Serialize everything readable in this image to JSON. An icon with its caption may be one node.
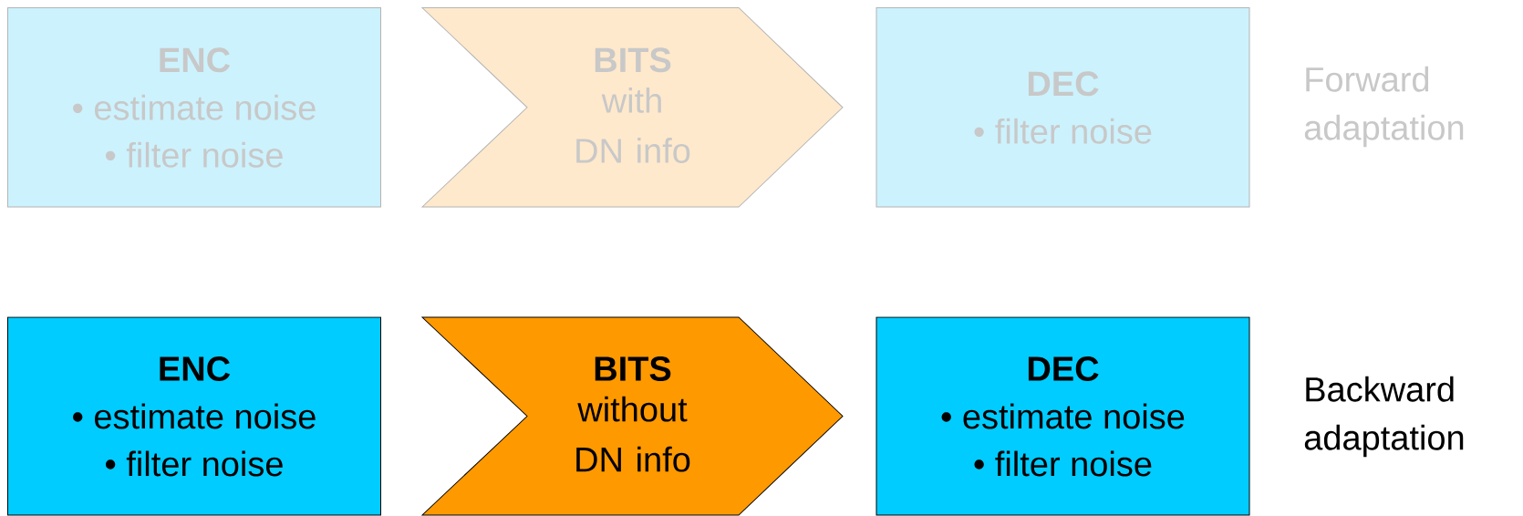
{
  "diagram": {
    "nodes": [
      {
        "text": [
          "ENC",
          "• estimate noise",
          "• filter noise"
        ]
      },
      {
        "text": [
          "BITS",
          "with DN info"
        ]
      },
      {
        "text": [
          "DEC",
          "• filter noise"
        ]
      },
      {
        "text": [
          "ENC",
          "• estimate noise",
          "• filter noise"
        ]
      },
      {
        "text": [
          "BITS",
          "without DN info"
        ]
      },
      {
        "text": [
          "DEC",
          "• estimate noise",
          "• filter noise"
        ]
      }
    ],
    "labels": [
      "Forward adaptation",
      "Backward adaptation"
    ]
  }
}
